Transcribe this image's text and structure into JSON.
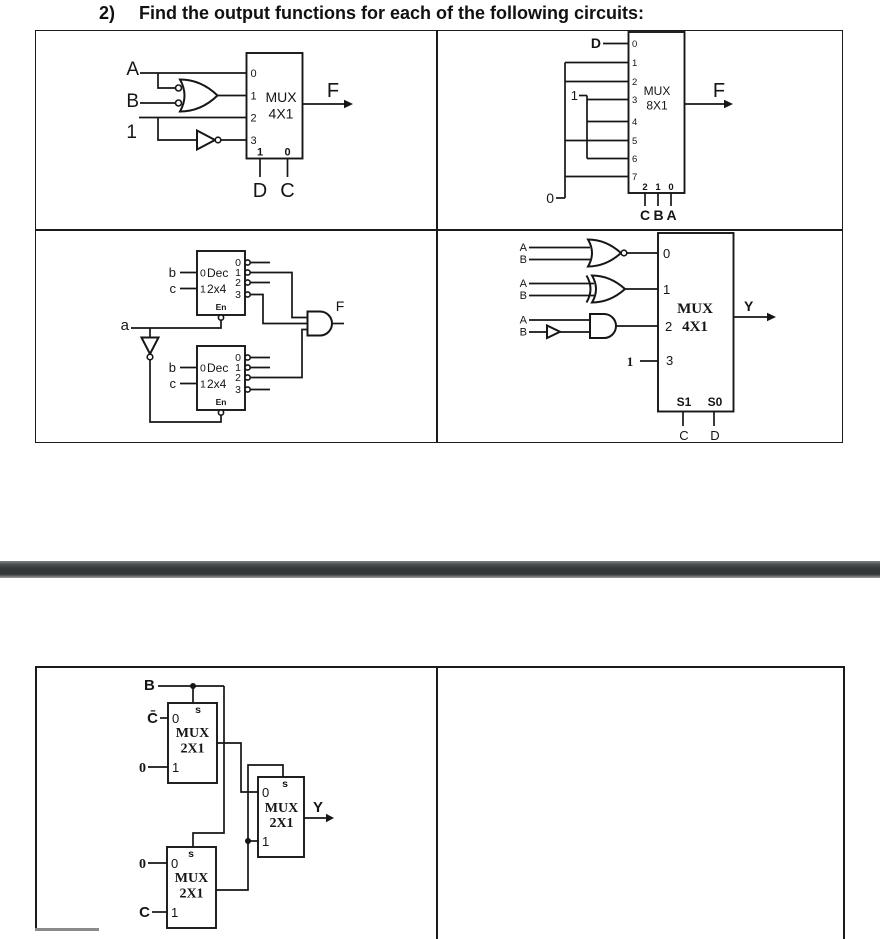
{
  "colors": {
    "ink": "#161616",
    "table_border": "#1b1b1b",
    "divider_bar": "#343839",
    "partial_border": "#8a8a8a"
  },
  "title": {
    "number": "2)",
    "text": "Find the output functions for each of the following circuits:"
  },
  "c1": {
    "input_a": "A",
    "input_b": "B",
    "const_one": "1",
    "mux_title": "MUX",
    "mux_size": "4X1",
    "ports": [
      "0",
      "1",
      "2",
      "3"
    ],
    "select_pins": [
      "1",
      "0"
    ],
    "select_signals": [
      "D",
      "C"
    ],
    "output": "F"
  },
  "c2": {
    "input_d": "D",
    "const_one": "1",
    "const_zero": "0",
    "mux_title": "MUX",
    "mux_size": "8X1",
    "ports": [
      "0",
      "1",
      "2",
      "3",
      "4",
      "5",
      "6",
      "7"
    ],
    "select_pins": [
      "2",
      "1",
      "0"
    ],
    "select_signals": [
      "C",
      "B",
      "A"
    ],
    "output": "F"
  },
  "c3": {
    "input_a": "a",
    "output": "F",
    "decoder_top": {
      "input_b": "b",
      "input_c": "c",
      "port0": "0",
      "port1": "1",
      "title": "Dec",
      "size": "2x4",
      "outputs": [
        "0",
        "1",
        "2",
        "3"
      ],
      "enable": "En"
    },
    "decoder_bottom": {
      "input_b": "b",
      "input_c": "c",
      "port0": "0",
      "port1": "1",
      "title": "Dec",
      "size": "2x4",
      "outputs": [
        "0",
        "1",
        "2",
        "3"
      ],
      "enable": "En"
    }
  },
  "c4": {
    "nor_inputs": {
      "a": "A",
      "b": "B"
    },
    "xor_inputs": {
      "a": "A",
      "b": "B"
    },
    "and_inputs": {
      "a": "A",
      "b": "B"
    },
    "const_one": "1",
    "mux_title": "MUX",
    "mux_size": "4X1",
    "ports": [
      "0",
      "1",
      "2",
      "3"
    ],
    "select_pins": [
      "S1",
      "S0"
    ],
    "select_signals": [
      "C",
      "D"
    ],
    "output": "Y"
  },
  "c5": {
    "input_b": "B",
    "input_cbar": "C̄",
    "input_c": "C",
    "const_zero_top": "0",
    "const_zero_bottom": "0",
    "muxes": [
      {
        "select": "s",
        "title": "MUX",
        "size": "2X1",
        "port0": "0",
        "port1": "1"
      },
      {
        "select": "s",
        "title": "MUX",
        "size": "2X1",
        "port0": "0",
        "port1": "1"
      },
      {
        "select": "s",
        "title": "MUX",
        "size": "2X1",
        "port0": "0",
        "port1": "1"
      }
    ],
    "output": "Y"
  }
}
